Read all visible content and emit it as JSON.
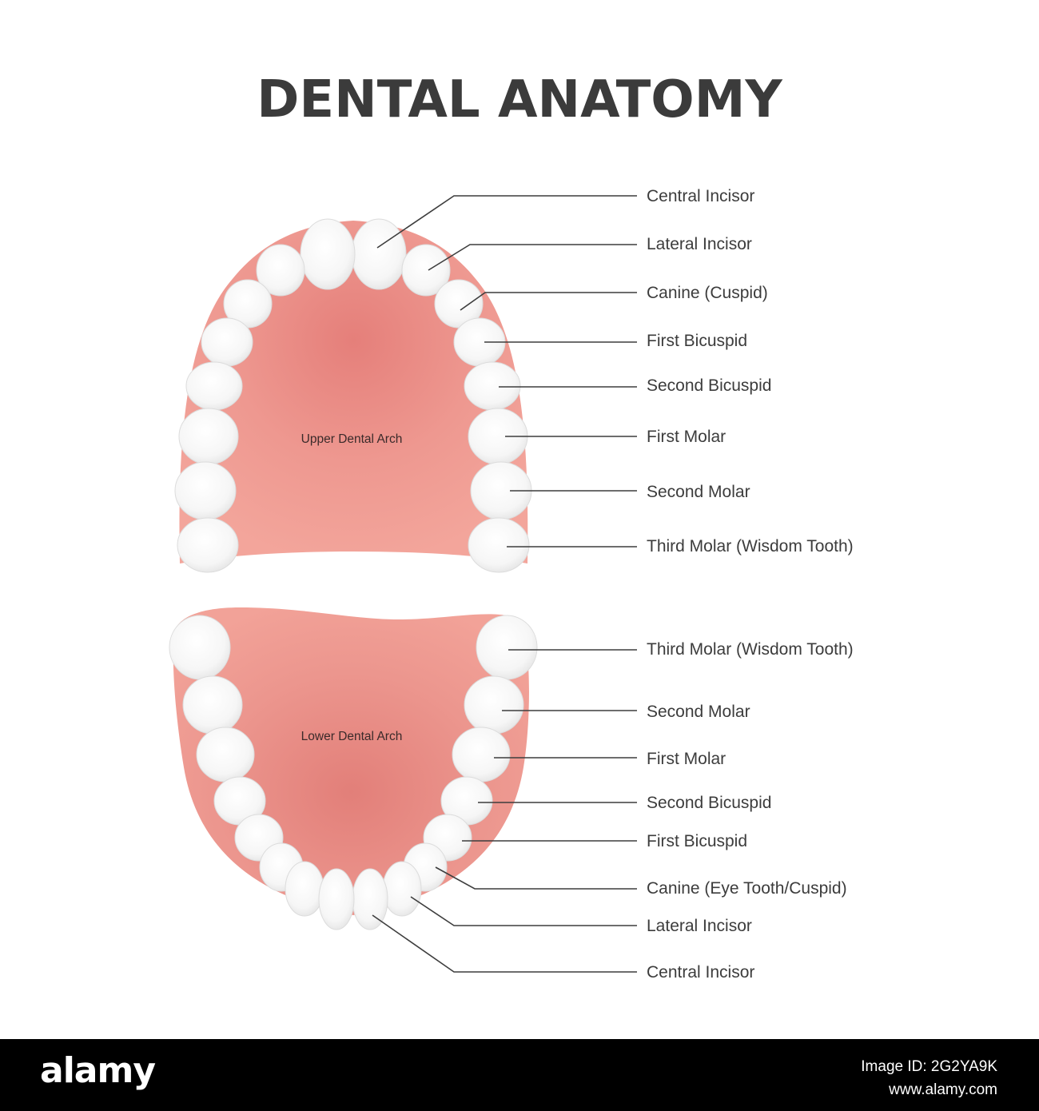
{
  "title": "DENTAL ANATOMY",
  "upper_arch": {
    "label": "Upper Dental Arch",
    "teeth": [
      "Central Incisor",
      "Lateral Incisor",
      "Canine (Cuspid)",
      "First Bicuspid",
      "Second Bicuspid",
      "First Molar",
      "Second Molar",
      "Third Molar (Wisdom Tooth)"
    ]
  },
  "lower_arch": {
    "label": "Lower Dental Arch",
    "teeth": [
      "Third Molar (Wisdom Tooth)",
      "Second Molar",
      "First Molar",
      "Second Bicuspid",
      "First Bicuspid",
      "Canine (Eye Tooth/Cuspid)",
      "Lateral Incisor",
      "Central Incisor"
    ]
  },
  "footer": {
    "logo": "alamy",
    "image_id": "Image ID: 2G2YA9K",
    "site": "www.alamy.com"
  },
  "colors": {
    "gum": "#ee9a90",
    "gum_dark": "#de7f78",
    "tooth": "#fbfbfb",
    "title": "#3b3b3b",
    "footer": "#000000"
  }
}
